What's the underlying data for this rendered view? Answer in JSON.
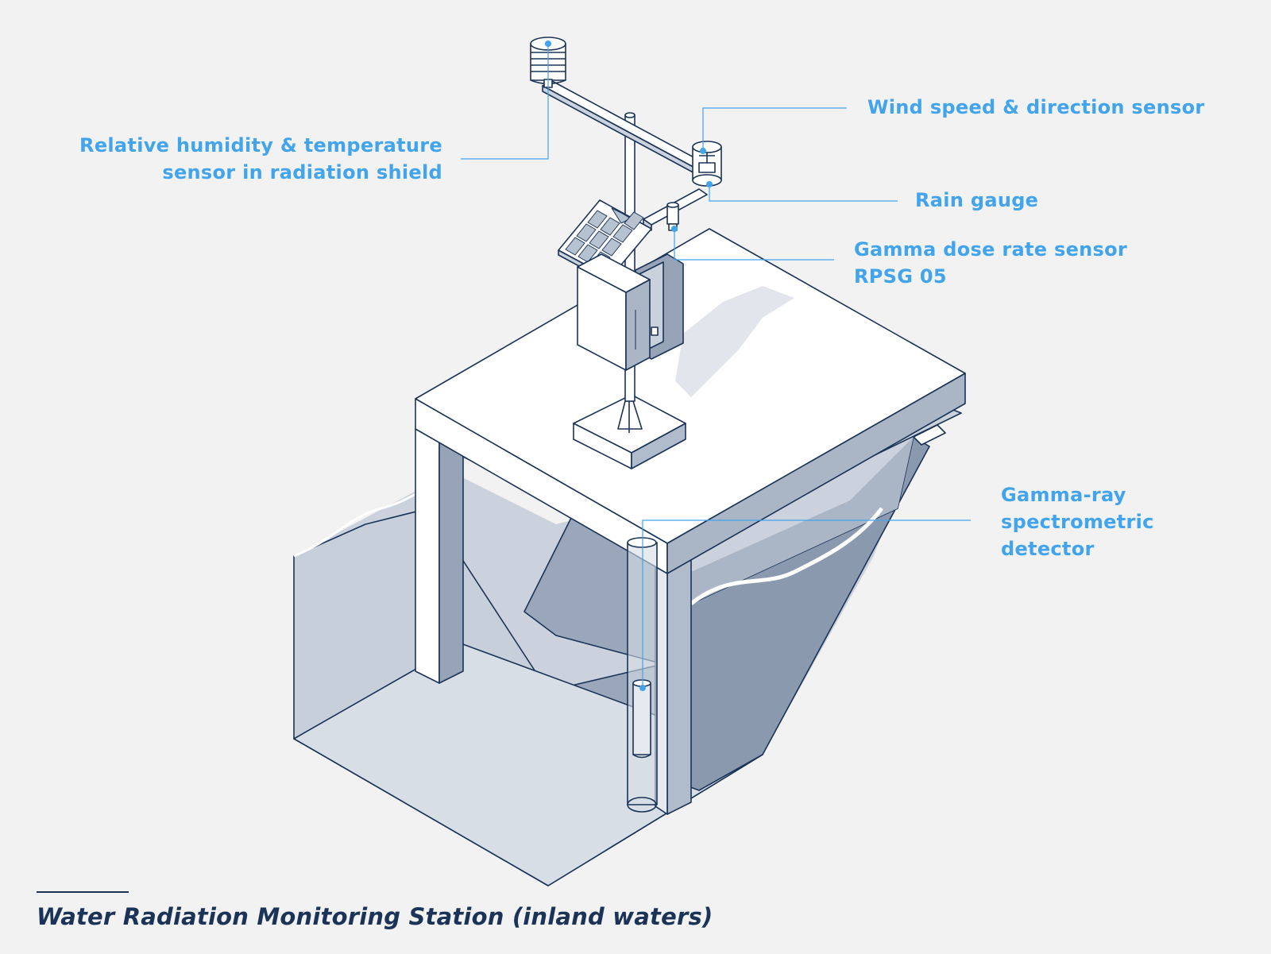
{
  "title": "Water Radiation Monitoring Station (inland waters)",
  "labels": {
    "humidity": [
      "Relative humidity & temperature",
      "sensor in radiation shield"
    ],
    "wind": [
      "Wind speed & direction sensor"
    ],
    "rain": [
      "Rain gauge"
    ],
    "gamma_dose": [
      "Gamma dose rate sensor",
      "RPSG 05"
    ],
    "spectrometric": [
      "Gamma-ray",
      "spectrometric",
      "detector"
    ]
  },
  "colors": {
    "background": "#f2f2f2",
    "label": "#42a4ec",
    "title": "#1b3357",
    "outline": "#1b3357",
    "water": "#b9c4d4"
  }
}
